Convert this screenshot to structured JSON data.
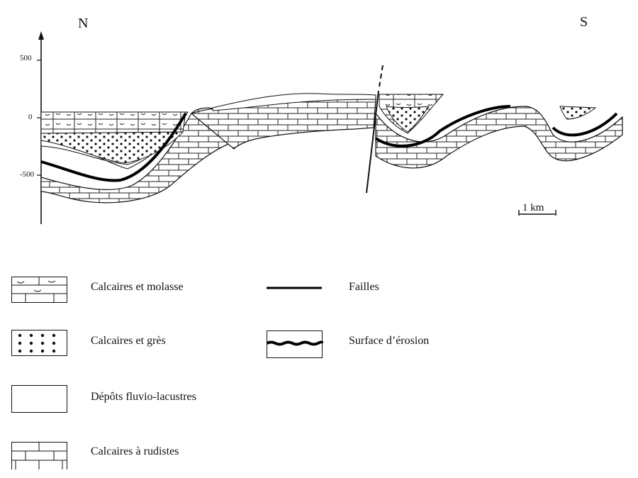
{
  "section": {
    "north_label": "N",
    "south_label": "S",
    "y_ticks": [
      "500",
      "0",
      "-500"
    ],
    "scale_label": "1 km"
  },
  "legend": {
    "items": [
      {
        "label": "Calcaires et molasse",
        "pattern": "limestone-molasse"
      },
      {
        "label": "Calcaires et grès",
        "pattern": "dotted-sandstone"
      },
      {
        "label": "Dépôts fluvio-lacustres",
        "pattern": "blank"
      },
      {
        "label": "Calcaires à rudistes",
        "pattern": "brick-limestone"
      },
      {
        "label": "Failles",
        "pattern": "fault-line"
      },
      {
        "label": "Surface d’érosion",
        "pattern": "erosion-surface"
      }
    ]
  }
}
